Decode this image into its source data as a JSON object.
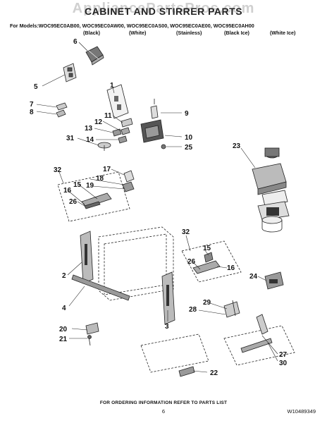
{
  "watermark": "AppliancePartsPros.com",
  "title": "CABINET AND STIRRER PARTS",
  "models_line": "For Models:WOC95EC0AB00, WOC95EC0AW00, WOC95EC0AS00, WOC95EC0AE00, WOC95EC0AH00",
  "finishes": [
    "(Black)",
    "(White)",
    "(Stainless)",
    "(Black Ice)",
    "(White Ice)"
  ],
  "callouts": [
    "6",
    "5",
    "7",
    "8",
    "1",
    "11",
    "12",
    "9",
    "13",
    "14",
    "31",
    "10",
    "25",
    "23",
    "17",
    "32",
    "18",
    "19",
    "16",
    "15",
    "26",
    "32",
    "15",
    "26",
    "16",
    "2",
    "24",
    "29",
    "28",
    "4",
    "3",
    "20",
    "21",
    "27",
    "30",
    "22"
  ],
  "footer": "FOR ORDERING INFORMATION REFER TO PARTS LIST",
  "page_number": "6",
  "doc_number": "W10489349"
}
